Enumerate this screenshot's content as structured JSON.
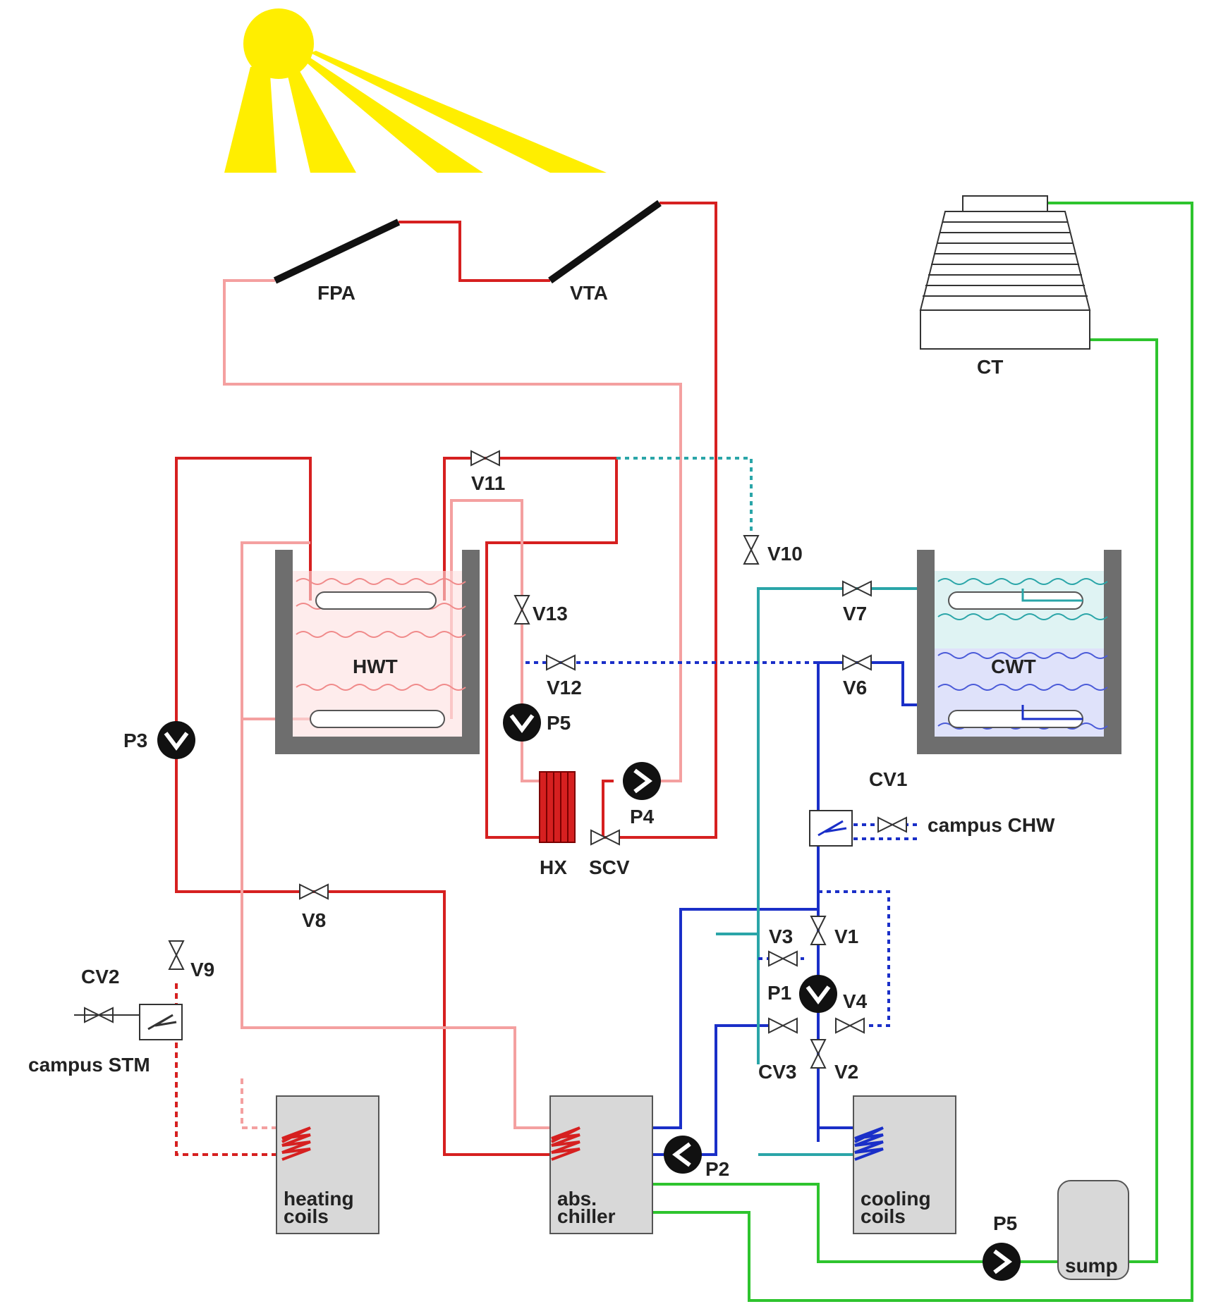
{
  "labels": {
    "fpa": "FPA",
    "vta": "VTA",
    "ct": "CT",
    "hwt": "HWT",
    "cwt": "CWT",
    "hx": "HX",
    "scv": "SCV",
    "v1": "V1",
    "v2": "V2",
    "v3": "V3",
    "v4": "V4",
    "v6": "V6",
    "v7": "V7",
    "v8": "V8",
    "v9": "V9",
    "v10": "V10",
    "v11": "V11",
    "v12": "V12",
    "v13": "V13",
    "cv1": "CV1",
    "cv2": "CV2",
    "cv3": "CV3",
    "p1": "P1",
    "p2": "P2",
    "p3": "P3",
    "p4": "P4",
    "p5_upper": "P5",
    "p5_lower": "P5",
    "campus_chw": "campus CHW",
    "campus_stm": "campus STM",
    "heating_coils_1": "heating",
    "heating_coils_2": "coils",
    "abs_chiller_1": "abs.",
    "abs_chiller_2": "chiller",
    "cooling_coils_1": "cooling",
    "cooling_coils_2": "coils",
    "sump": "sump"
  },
  "colors": {
    "hot": "#d62020",
    "warm": "#f4a0a0",
    "chilled": "#1a2fc8",
    "teal": "#2aa5a8",
    "condenser": "#2ec42e",
    "sun": "#ffee00",
    "tank": "#6e6e6e",
    "box": "#d8d8d8"
  }
}
